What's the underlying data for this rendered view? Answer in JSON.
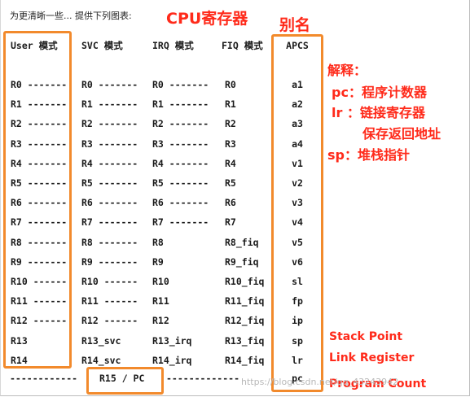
{
  "intro_text": "为更清晰一些... 提供下列图表:",
  "annotations": {
    "cpu_registers": "CPU寄存器",
    "alias": "别名",
    "explanation": "解释：",
    "pc": "pc：程序计数器",
    "lr": "lr ：链接寄存器",
    "lr_continued": "保存返回地址",
    "sp": "sp：堆栈指针",
    "stack_point": "Stack Point",
    "link_register": "Link Register",
    "program_count": "Program Count"
  },
  "table": {
    "headers": [
      "User 模式",
      "SVC 模式",
      "IRQ 模式",
      "FIQ 模式",
      "APCS"
    ],
    "rows": [
      [
        "R0 -------",
        "R0 -------",
        "R0 -------",
        "R0",
        "a1"
      ],
      [
        "R1 -------",
        "R1 -------",
        "R1 -------",
        "R1",
        "a2"
      ],
      [
        "R2 -------",
        "R2 -------",
        "R2 -------",
        "R2",
        "a3"
      ],
      [
        "R3 -------",
        "R3 -------",
        "R3 -------",
        "R3",
        "a4"
      ],
      [
        "R4 -------",
        "R4 -------",
        "R4 -------",
        "R4",
        "v1"
      ],
      [
        "R5 -------",
        "R5 -------",
        "R5 -------",
        "R5",
        "v2"
      ],
      [
        "R6 -------",
        "R6 -------",
        "R6 -------",
        "R6",
        "v3"
      ],
      [
        "R7 -------",
        "R7 -------",
        "R7 -------",
        "R7",
        "v4"
      ],
      [
        "R8 -------",
        "R8 -------",
        "R8",
        "R8_fiq",
        "v5"
      ],
      [
        "R9 -------",
        "R9 -------",
        "R9",
        "R9_fiq",
        "v6"
      ],
      [
        "R10 ------",
        "R10 ------",
        "R10",
        "R10_fiq",
        "sl"
      ],
      [
        "R11 ------",
        "R11 ------",
        "R11",
        "R11_fiq",
        "fp"
      ],
      [
        "R12 ------",
        "R12 ------",
        "R12",
        "R12_fiq",
        "ip"
      ],
      [
        "R13",
        "R13_svc",
        "R13_irq",
        "R13_fiq",
        "sp"
      ],
      [
        "R14",
        "R14_svc",
        "R14_irq",
        "R14_fiq",
        "lr"
      ]
    ],
    "last_row_left": "------------",
    "last_row_center": "R15 / PC",
    "last_row_right": "-------------",
    "last_row_alias": "pc"
  },
  "watermark": "https://blog.csdn.net/qq_43243942",
  "colors": {
    "annotation": "#ff2a1a",
    "box": "#f28a2c"
  }
}
